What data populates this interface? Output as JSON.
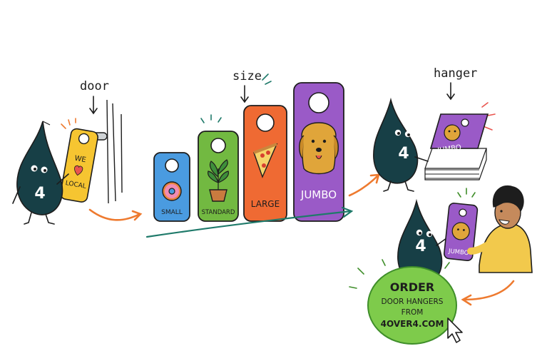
{
  "labels": {
    "door": "door",
    "size": "size",
    "hanger": "hanger"
  },
  "mascot": {
    "digit": "4",
    "color": "#173f46"
  },
  "door_sign": {
    "line1": "WE",
    "line2": "LOCAL",
    "color": "#f6c531",
    "heart_color": "#e9544e"
  },
  "hangers": [
    {
      "label": "SMALL",
      "color": "#4a9be0",
      "art": "donut-icon"
    },
    {
      "label": "STANDARD",
      "color": "#72b941",
      "art": "potted-plant-icon"
    },
    {
      "label": "LARGE",
      "color": "#ef6a33",
      "art": "pizza-slice-icon"
    },
    {
      "label": "JUMBO",
      "color": "#9a5ac7",
      "art": "golden-retriever-icon"
    }
  ],
  "stack": {
    "label": "JUMBO",
    "color": "#9a5ac7"
  },
  "handoff_card": {
    "label": "JUMBO",
    "color": "#9a5ac7"
  },
  "cta": {
    "line1": "ORDER",
    "line2": "DOOR HANGERS",
    "line3": "FROM",
    "line4": "4OVER4.COM",
    "fill": "#7ecb4b",
    "stroke": "#3f8e2a"
  },
  "colors": {
    "arrow_orange": "#ee7a2f",
    "arrow_teal": "#1f7a6a",
    "outline": "#1d1d1d",
    "person_hoodie": "#f2c94c",
    "person_hair": "#1d1d1d"
  }
}
